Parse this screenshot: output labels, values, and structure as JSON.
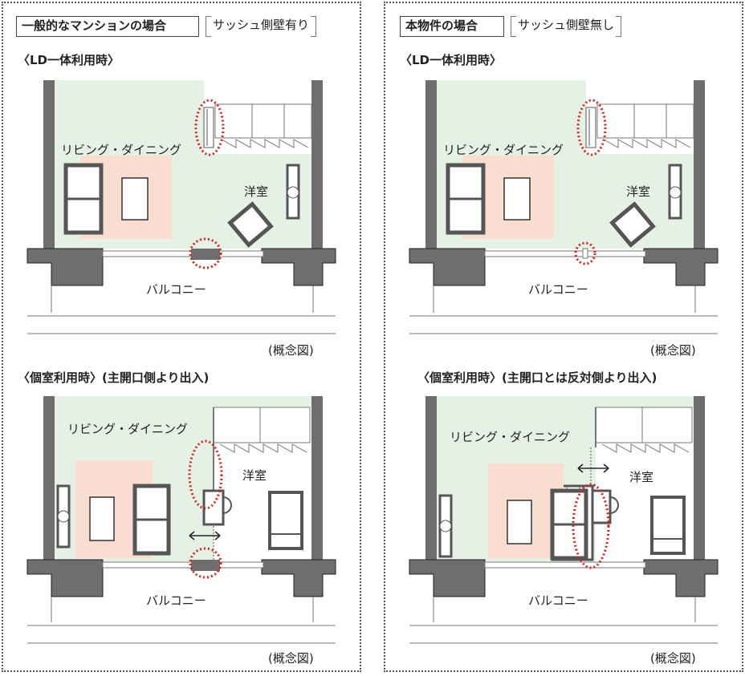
{
  "panels": [
    {
      "title": "一般的なマンションの場合",
      "subtitle": "サッシュ側壁有り",
      "top_section": "〈LD一体利用時〉",
      "bottom_section": "〈個室利用時〉(主開口側より出入)",
      "living_label": "リビング・ダイニング",
      "room_label": "洋室",
      "balcony_label": "バルコニー",
      "note": "(概念図)"
    },
    {
      "title": "本物件の場合",
      "subtitle": "サッシュ側壁無し",
      "top_section": "〈LD一体利用時〉",
      "bottom_section": "〈個室利用時〉(主開口とは反対側より出入)",
      "living_label": "リビング・ダイニング",
      "room_label": "洋室",
      "balcony_label": "バルコニー",
      "note": "(概念図)"
    }
  ],
  "colors": {
    "floor": "#e6f1e6",
    "rug": "#f8ddd0",
    "wall": "#6e6e6e",
    "highlight": "#d9231c"
  }
}
